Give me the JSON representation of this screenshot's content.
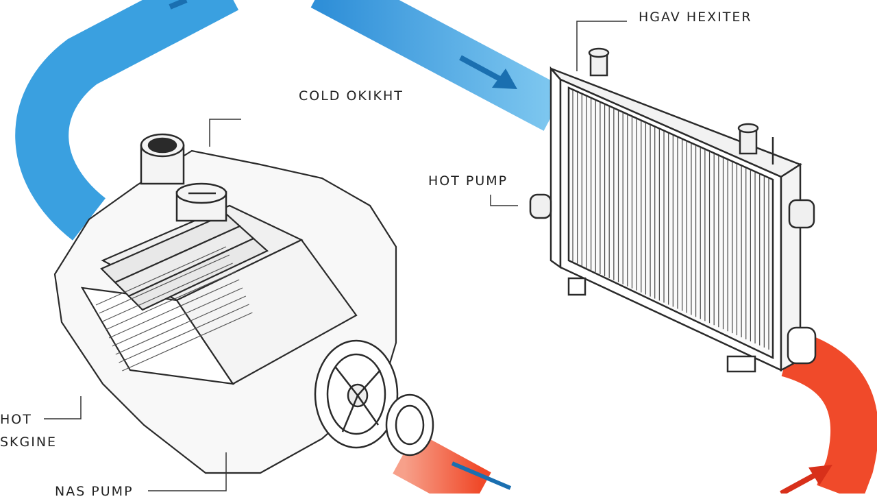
{
  "labels": {
    "radiator_top": "HGAV HEXITER",
    "cold_line": "COLD OKIKHT",
    "hot_pump": "HOT PUMP",
    "hot_engine_line1": "HOT",
    "hot_engine_line2": "SKGINE",
    "bottom_pump": "NAS PUMP"
  },
  "colors": {
    "cold_hose": "#3aa0e0",
    "cold_hose_light": "#7fc8f0",
    "hot_hose": "#f25a3a",
    "hot_hose_light": "#f7a08a",
    "outline": "#2a2a2a",
    "arrow_cold": "#1a6fb0",
    "arrow_hot": "#d8301a"
  }
}
